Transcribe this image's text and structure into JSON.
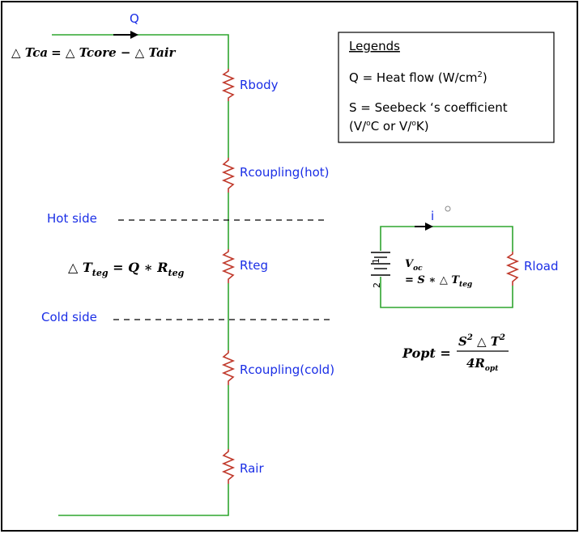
{
  "heat_flow_label": "Q",
  "delta_t_ca": {
    "lhs": "△ Tca",
    "rhs": "= △ Tcore − △ Tair"
  },
  "resistors": {
    "body": "Rbody",
    "coupling_hot": "Rcoupling(hot)",
    "teg": "Rteg",
    "coupling_cold": "Rcoupling(cold)",
    "air": "Rair"
  },
  "sides": {
    "hot": "Hot side",
    "cold": "Cold side"
  },
  "teg_equation": {
    "lhs": "△ T",
    "lhs_sub": "teg",
    "mid": " =  Q ∗  R",
    "rhs_sub": "teg"
  },
  "legend": {
    "title": "Legends",
    "q_line": "Q = Heat flow (W/cm",
    "q_sup": "2",
    "q_close": ")",
    "s_line1": "S = Seebeck ‘s coefficient",
    "s_line2_a": "(V/",
    "s_line2_sup1": "o",
    "s_line2_b": "C or V/",
    "s_line2_sup2": "o",
    "s_line2_c": "K)"
  },
  "circuit": {
    "current_label": "i",
    "small_circle": "°",
    "battery_pin1": "1",
    "battery_pin2": "2",
    "voc_label": "V",
    "voc_sub": "oc",
    "voc_eq": "= S ∗ △ T",
    "voc_eq_sub": "teg",
    "load_label": "Rload"
  },
  "popt": {
    "lhs": "Popt =",
    "num": "S",
    "num_sup": "2",
    "num_rest": " △ T",
    "num_sup2": "2",
    "den": "4R",
    "den_sub": "opt"
  },
  "colors": {
    "wire": "#2fa52f",
    "resistor": "#c0392b",
    "label": "#1a2ee6",
    "border": "#000000"
  }
}
